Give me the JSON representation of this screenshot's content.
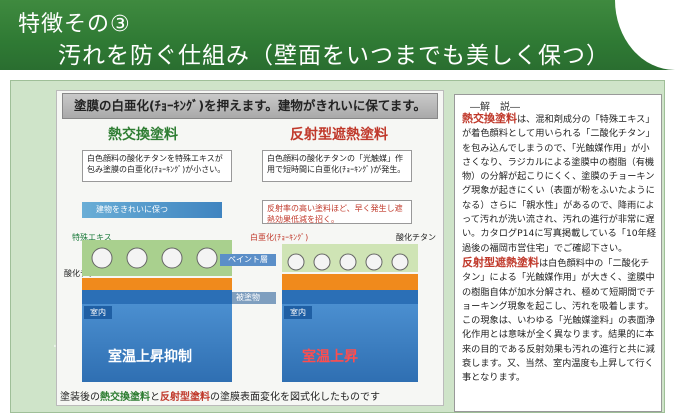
{
  "header": {
    "line1": "特徴その③",
    "line2": "汚れを防ぐ仕組み（壁面をいつまでも美しく保つ）",
    "bg_color": "#2f7a34"
  },
  "diagram": {
    "banner": "塗膜の白亜化(ﾁｮｰｷﾝｸﾞ)を押えます。建物がきれいに保てます。",
    "left": {
      "title": "熱交換塗料",
      "note": "白色顔料の酸化チタンを特殊エキスが包み塗膜の白亜化(ﾁｮｰｷﾝｸﾞ)が小さい。",
      "banner": "建物をきれいに保つ",
      "label_a": "特殊エキス",
      "label_b": "酸化チタン",
      "room_tag": "室内",
      "room_text": "室温上昇抑制"
    },
    "right": {
      "title": "反射型遮熱塗料",
      "note": "白色顔料の酸化チタンの「光触媒」作用で短時間に白亜化(ﾁｮｰｷﾝｸﾞ)が発生。",
      "warn": "反射率の高い塗料ほど、早く発生し遮熱効果低減を招く。",
      "label_a": "白亜化(ﾁｮｰｷﾝｸﾞ)",
      "label_b": "酸化チタン",
      "room_tag": "室内",
      "room_text": "室温上昇"
    },
    "paint_layer": "ペイント層",
    "wall_material": "被塗物",
    "caption_pre": "塗装後の",
    "caption_g": "熱交換塗料",
    "caption_mid": "と",
    "caption_r": "反射型塗料",
    "caption_post": "の塗膜表面変化を図式化したものです"
  },
  "explanation": {
    "title": "―解　説―",
    "h1": "熱交換塗料",
    "p1": "は、混和剤成分の「特殊エキス」が着色顔料として用いられる「二酸化チタン」を包み込んでしまうので、「光触媒作用」が小さくなり、ラジカルによる塗膜中の樹脂（有機物）の分解が起こりにくく、塗膜のチョーキング現象が起きにくい（表面が粉をふいたようになる）さらに「親水性」があるので、降雨によって汚れが洗い流され、汚れの進行が非常に遅い。カタログP14に写真掲載している「10年経過後の福岡市営住宅」でご確認下さい。",
    "h2": "反射型遮熱塗料",
    "p2": "は白色顔料中の「二酸化チタン」による「光触媒作用」が大きく、塗膜中の樹脂自体が加水分解され、極めて短期間でチョーキング現象を起こし、汚れを吸着します。この現象は、いわゆる「光触媒塗料」の表面浄化作用とは意味が全く異なります。結果的に本来の目的である反射効果も汚れの進行と共に減衰します。又、当然、室内温度も上昇して行く事となります。"
  },
  "colors": {
    "green_title": "#2e7d32",
    "red_title": "#c0392b",
    "paint_orange": "#f08a1c",
    "room_blue": "#2f6fb2"
  }
}
